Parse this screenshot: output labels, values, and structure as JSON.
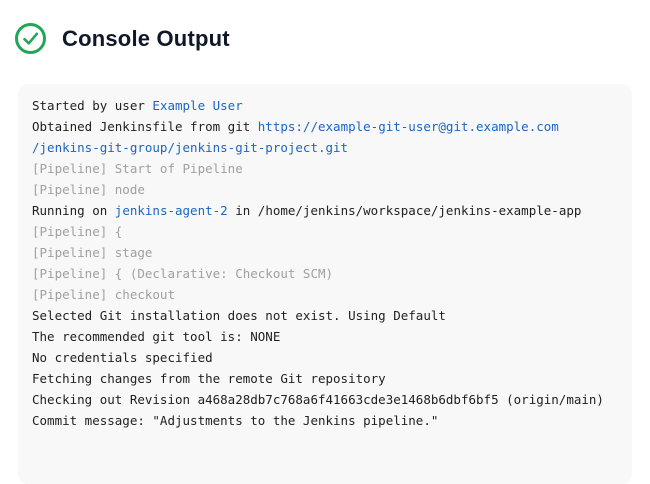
{
  "header": {
    "title": "Console Output",
    "status_icon": "check-circle-icon",
    "status_color": "#22a559"
  },
  "colors": {
    "console_background": "#f8f8f8",
    "plain_text": "#1f1f1f",
    "muted_text": "#a0a0a2",
    "link_text": "#1b65c4",
    "success_green": "#22a559"
  },
  "console": {
    "lines": [
      {
        "segments": [
          {
            "text": "Started by user ",
            "kind": "plain"
          },
          {
            "text": "Example User",
            "kind": "link"
          }
        ]
      },
      {
        "segments": [
          {
            "text": "Obtained Jenkinsfile from git ",
            "kind": "plain"
          },
          {
            "text": "https://example-git-user@git.example.com",
            "kind": "link"
          }
        ]
      },
      {
        "segments": [
          {
            "text": "/jenkins-git-group/jenkins-git-project.git",
            "kind": "link"
          }
        ]
      },
      {
        "segments": [
          {
            "text": "[Pipeline] Start of Pipeline",
            "kind": "muted"
          }
        ]
      },
      {
        "segments": [
          {
            "text": "[Pipeline] node",
            "kind": "muted"
          }
        ]
      },
      {
        "segments": [
          {
            "text": "Running on ",
            "kind": "plain"
          },
          {
            "text": "jenkins-agent-2",
            "kind": "link"
          },
          {
            "text": " in /home/jenkins/workspace/jenkins-example-app",
            "kind": "plain"
          }
        ]
      },
      {
        "segments": [
          {
            "text": "[Pipeline] {",
            "kind": "muted"
          }
        ]
      },
      {
        "segments": [
          {
            "text": "[Pipeline] stage",
            "kind": "muted"
          }
        ]
      },
      {
        "segments": [
          {
            "text": "[Pipeline] { (Declarative: Checkout SCM)",
            "kind": "muted"
          }
        ]
      },
      {
        "segments": [
          {
            "text": "[Pipeline] checkout",
            "kind": "muted"
          }
        ]
      },
      {
        "segments": [
          {
            "text": "Selected Git installation does not exist. Using Default",
            "kind": "plain"
          }
        ]
      },
      {
        "segments": [
          {
            "text": "The recommended git tool is: NONE",
            "kind": "plain"
          }
        ]
      },
      {
        "segments": [
          {
            "text": "No credentials specified",
            "kind": "plain"
          }
        ]
      },
      {
        "segments": [
          {
            "text": "Fetching changes from the remote Git repository",
            "kind": "plain"
          }
        ]
      },
      {
        "segments": [
          {
            "text": "Checking out Revision a468a28db7c768a6f41663cde3e1468b6dbf6bf5 (origin/main)",
            "kind": "plain"
          }
        ]
      },
      {
        "segments": [
          {
            "text": "Commit message: \"Adjustments to the Jenkins pipeline.\"",
            "kind": "plain"
          }
        ]
      }
    ]
  }
}
